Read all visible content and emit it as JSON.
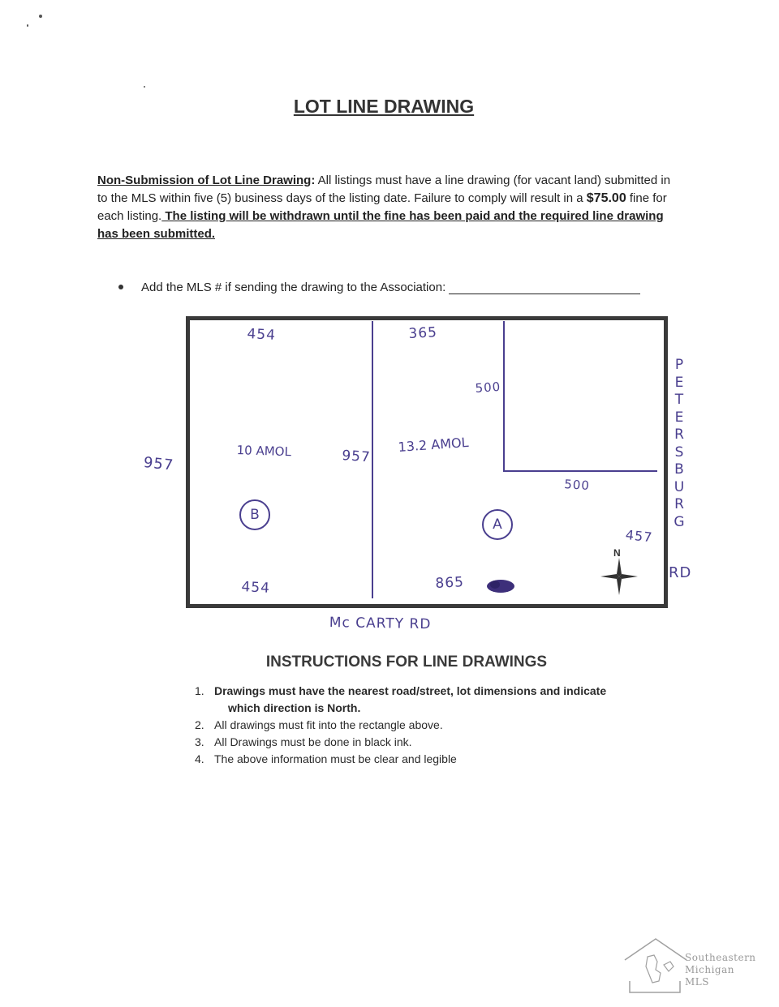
{
  "document": {
    "title": "LOT LINE DRAWING",
    "paragraph": {
      "heading": "Non-Submission of Lot Line Drawing",
      "heading_colon": ":",
      "text1": "  All listings must have a line drawing (for vacant land) submitted in to the MLS within five (5) business days of the listing date. Failure to comply will result in a ",
      "fine": "$75.00",
      "text2": " fine for each listing.",
      "warning": " The listing will be withdrawn until the fine has been paid and the required line drawing has been submitted."
    },
    "mls_prompt": "Add the MLS # if sending the drawing to the Association:"
  },
  "drawing": {
    "lot_b_top": "454",
    "lot_b_bottom": "454",
    "lot_b_left": "957",
    "lot_b_area": "10 AMOL",
    "lot_b_right": "957",
    "lot_b_label": "B",
    "lot_a_top": "365",
    "lot_a_area": "13.2 AMOL",
    "lot_a_label": "A",
    "lot_a_bottom": "865",
    "lot_a_right": "457",
    "inner_vertical": "500",
    "inner_horizontal": "500",
    "north": "N",
    "street_right_letters": [
      "P",
      "E",
      "T",
      "E",
      "R",
      "S",
      "B",
      "U",
      "R",
      "G"
    ],
    "street_right_suffix": "RD",
    "street_bottom": "Mc CARTY RD"
  },
  "instructions": {
    "title": "INSTRUCTIONS FOR LINE DRAWINGS",
    "items": [
      {
        "num": "1.",
        "text": "Drawings must have the nearest road/street, lot dimensions and indicate",
        "text2": "which direction is North."
      },
      {
        "num": "2.",
        "text": "All drawings must fit into the rectangle above."
      },
      {
        "num": "3.",
        "text": "All Drawings must be done in black ink."
      },
      {
        "num": "4.",
        "text": "The above information must be clear and legible"
      }
    ]
  },
  "logo": {
    "line1": "Southeastern",
    "line2": "Michigan",
    "line3": "MLS"
  },
  "colors": {
    "ink": "#4a3f8f",
    "text": "#222222",
    "box": "#3a3a3a"
  }
}
